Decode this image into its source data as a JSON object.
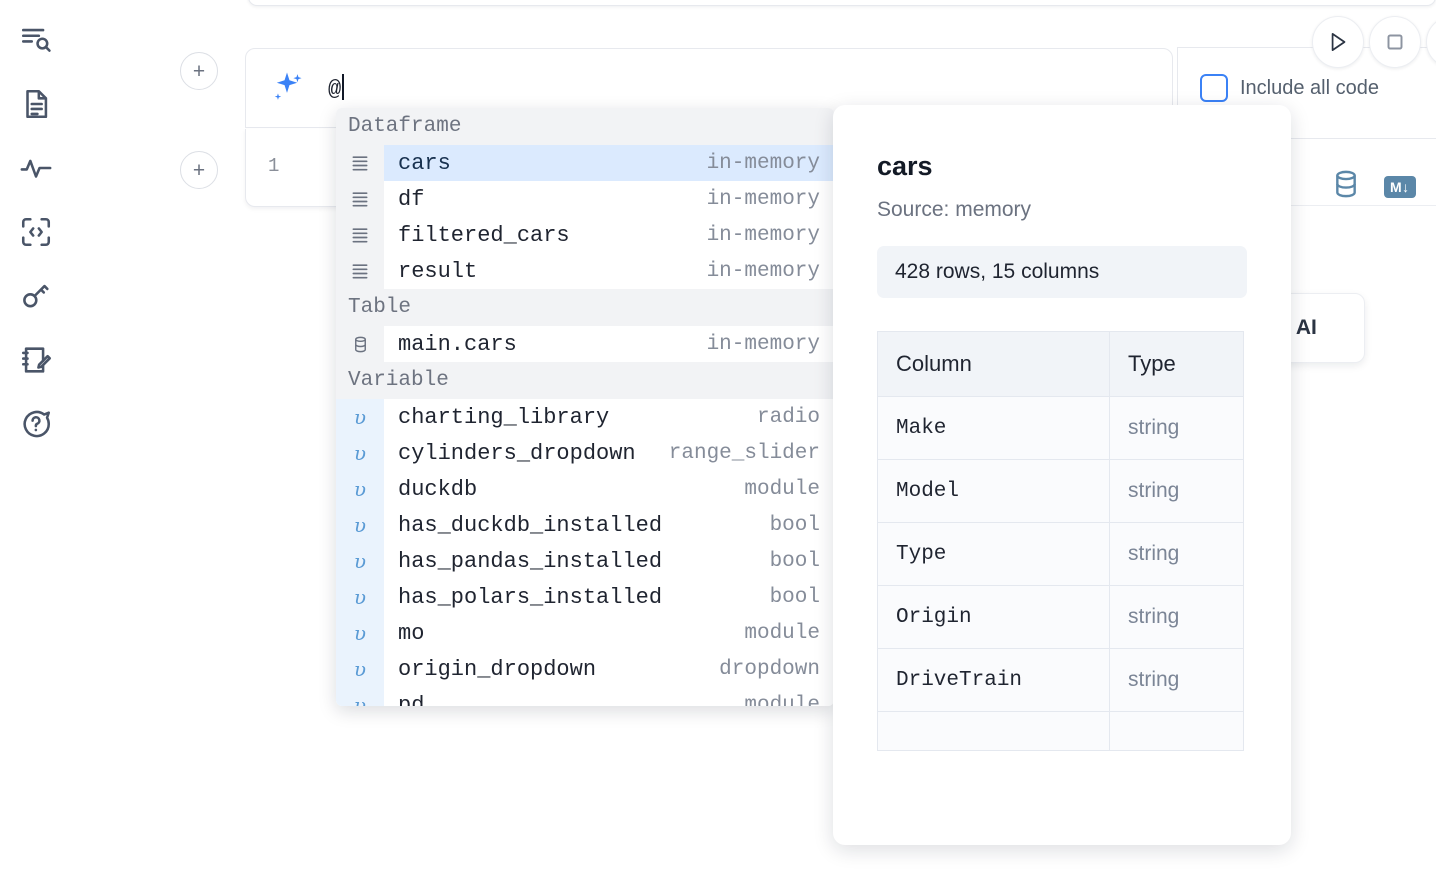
{
  "sidebar": {
    "items": [
      {
        "name": "outline-search-icon",
        "label": "Outline / Search"
      },
      {
        "name": "notebook-file-icon",
        "label": "Notebook file"
      },
      {
        "name": "activity-icon",
        "label": "Activity"
      },
      {
        "name": "snippets-code-icon",
        "label": "Snippets"
      },
      {
        "name": "secrets-key-icon",
        "label": "Secrets"
      },
      {
        "name": "scratchpad-edit-icon",
        "label": "Scratchpad"
      },
      {
        "name": "help-chat-icon",
        "label": "Help"
      }
    ]
  },
  "cells": {
    "add_button_label": "+",
    "ai_prompt": {
      "icon": "sparkle-icon",
      "value": "@",
      "placeholder": ""
    },
    "code_cell": {
      "line_number": "1",
      "code": ""
    }
  },
  "toolbar": {
    "run_button_label": "Run",
    "stop_button_label": "Stop",
    "include_all_code_label": "Include all code",
    "include_all_code_checked": false,
    "output_icons": [
      {
        "name": "database-icon",
        "label": "Database"
      },
      {
        "name": "markdown-icon",
        "label": "M"
      }
    ],
    "ai_chip_label": "h AI"
  },
  "autocomplete": {
    "groups": [
      {
        "label": "Dataframe",
        "items": [
          {
            "icon": "dataframe-icon",
            "name": "cars",
            "meta": "in-memory",
            "selected": true
          },
          {
            "icon": "dataframe-icon",
            "name": "df",
            "meta": "in-memory",
            "selected": false
          },
          {
            "icon": "dataframe-icon",
            "name": "filtered_cars",
            "meta": "in-memory",
            "selected": false
          },
          {
            "icon": "dataframe-icon",
            "name": "result",
            "meta": "in-memory",
            "selected": false
          }
        ]
      },
      {
        "label": "Table",
        "items": [
          {
            "icon": "table-db-icon",
            "name": "main.cars",
            "meta": "in-memory",
            "selected": false
          }
        ]
      },
      {
        "label": "Variable",
        "items": [
          {
            "icon": "variable-icon",
            "name": "charting_library",
            "meta": "radio",
            "selected": false
          },
          {
            "icon": "variable-icon",
            "name": "cylinders_dropdown",
            "meta": "range_slider",
            "selected": false
          },
          {
            "icon": "variable-icon",
            "name": "duckdb",
            "meta": "module",
            "selected": false
          },
          {
            "icon": "variable-icon",
            "name": "has_duckdb_installed",
            "meta": "bool",
            "selected": false
          },
          {
            "icon": "variable-icon",
            "name": "has_pandas_installed",
            "meta": "bool",
            "selected": false
          },
          {
            "icon": "variable-icon",
            "name": "has_polars_installed",
            "meta": "bool",
            "selected": false
          },
          {
            "icon": "variable-icon",
            "name": "mo",
            "meta": "module",
            "selected": false
          },
          {
            "icon": "variable-icon",
            "name": "origin_dropdown",
            "meta": "dropdown",
            "selected": false
          },
          {
            "icon": "variable-icon",
            "name": "pd",
            "meta": "module",
            "selected": false
          }
        ]
      }
    ]
  },
  "preview": {
    "title": "cars",
    "source": "Source: memory",
    "shape": "428 rows, 15 columns",
    "columns_header": "Column",
    "type_header": "Type",
    "rows": [
      {
        "column": "Make",
        "type": "string"
      },
      {
        "column": "Model",
        "type": "string"
      },
      {
        "column": "Type",
        "type": "string"
      },
      {
        "column": "Origin",
        "type": "string"
      },
      {
        "column": "DriveTrain",
        "type": "string"
      },
      {
        "column": "",
        "type": ""
      }
    ]
  }
}
